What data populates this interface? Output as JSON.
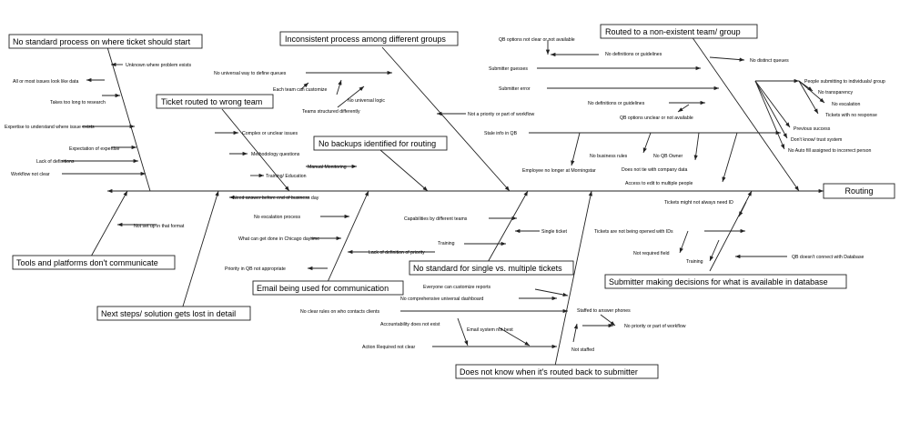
{
  "effect": "Routing",
  "categories": {
    "no_standard_process": "No standard process on where ticket should start",
    "inconsistent_process": "Inconsistent process among different groups",
    "routed_non_existent": "Routed to a non-existent team/ group",
    "ticket_routed_wrong": "Ticket routed to wrong team",
    "no_backups": "No backups identified for routing",
    "tools_platforms": "Tools and platforms don't communicate",
    "next_steps_lost": "Next steps/ solution gets lost in detail",
    "email_communication": "Email being used for communication",
    "single_vs_multiple": "No standard for single vs. multiple tickets",
    "submitter_decisions": "Submitter making decisions for what is available in database",
    "not_know_routed_back": "Does not know when it's routed back to submitter"
  },
  "causes": {
    "unknown_where_problem": "Unknown where problem exists",
    "all_issues_look_like_data": "All or most issues look like data",
    "takes_too_long": "Takes too long to research",
    "expertise_understand": "Expertise to understand where issue exists",
    "expectation_expertise": "Expectation of expertise",
    "lack_definitions": "Lack of definitions",
    "workflow_not_clear": "Workflow not clear",
    "no_universal_way": "No universal way to define queues",
    "each_team_customize": "Each team can customize",
    "no_universal_logic": "No universal logic",
    "teams_structured": "Teams structured differently",
    "not_priority_workflow_top": "Not a priority or part of workflow",
    "qb_options_not_clear_top": "QB options not clear or not available",
    "no_definitions_guidelines_1": "No definitions or guidelines",
    "submitter_guesses": "Submitter guesses",
    "no_distinct_queues": "No distinct queues",
    "submitter_error": "Submitter error",
    "no_definitions_guidelines_2": "No definitions or guidelines",
    "qb_options_unclear": "QB options unclear or not available",
    "people_submitting_individuals": "People submitting to individuals/ group",
    "no_transparency": "No transparency",
    "no_escalation_top": "No escalation",
    "tickets_no_response": "Tickets with no response",
    "previous_success": "Previous success",
    "dont_know_trust": "Don't know/ trust system",
    "no_auto_fill": "No Auto fill assigned to incorrect person",
    "complex_unclear": "Complex or unclear issues",
    "methodology_questions": "Methodology questions",
    "training_education": "Training/ Education",
    "manual_monitoring": "Manual Monitoring",
    "stale_info_qb": "Stale info in QB",
    "no_business_rules": "No business rules",
    "no_qb_owner": "No QB Owner",
    "employee_no_longer": "Employee no longer at Morningstar",
    "not_tie_company_data": "Does not tie with company data",
    "access_edit_multiple": "Access to edit to multiple people",
    "not_set_up_format": "Not set up in that format",
    "need_answer_before_end": "Need answer before end of business day",
    "no_escalation_process": "No escalation process",
    "chicago_daytime": "What can get done in Chicago daytime",
    "lack_definition_priority": "Lack of definition of priority",
    "priority_qb_not_appropriate": "Priority in QB not appropriate",
    "capabilities_teams": "Capabilities by different teams",
    "single_ticket": "Single ticket",
    "training_single": "Training",
    "tickets_might_not_need_id": "Tickets might not always need ID",
    "tickets_not_opened_ids": "Tickets are not being opened with IDs",
    "not_required_field": "Not required field",
    "training_submitter": "Training",
    "qb_not_connect_database": "QB doesn't connect with Database",
    "everyone_customize_reports": "Everyone can customize reports",
    "no_universal_dashboard": "No comprehensive universal dashboard",
    "no_clear_rules_contacts": "No clear rules on who contacts clients",
    "accountability_not_exist": "Accountability does not exist",
    "email_not_best": "Email system not best",
    "action_required_not_clear": "Action Required not clear",
    "staffed_answer_phones": "Staffed to answer phones",
    "no_priority_workflow_bottom": "No priority or part of workflow",
    "not_staffed": "Not staffed"
  }
}
